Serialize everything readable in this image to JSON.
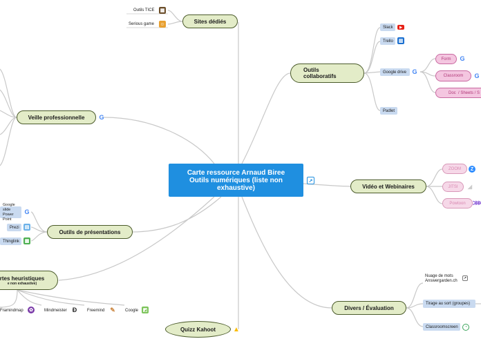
{
  "central": {
    "label": "Carte ressource Arnaud Biree Outils numériques (liste non exhaustive)"
  },
  "branches": {
    "sites": {
      "label": "Sites dédiés",
      "children": [
        "Outils TICE",
        "Serious game"
      ]
    },
    "veille": {
      "label": "Veille professionnelle"
    },
    "presentations": {
      "label": "Outils de présentations",
      "children": [
        "Google slide Power Point",
        "Prezi",
        "Thinglink"
      ]
    },
    "heuristiques": {
      "label": "rtes heuristiques",
      "note": "e non exhaustive)",
      "children": [
        "Framindmap",
        "Mindmeister",
        "Freemind",
        "Coogle"
      ]
    },
    "kahoot": {
      "label": "Quizz Kahoot"
    },
    "collab": {
      "label": "Outils collaboratifs",
      "children": [
        "Slack",
        "Trello",
        "Google drive",
        "Padlet"
      ],
      "drive_children": [
        "Form",
        "Classroom",
        "Doc  / Sheets / S"
      ]
    },
    "video": {
      "label": "Vidéo et Webinaires",
      "children": [
        "ZOOM",
        "JITSI",
        "Powtoon"
      ]
    },
    "divers": {
      "label": "Divers / Évaluation",
      "children": [
        "Nuage de mots Answergarden.ch",
        "Tirage au sort (groupes)",
        "Classroomscreen"
      ]
    }
  },
  "colors": {
    "central": "#1f8fe0",
    "main_fill": "#e3ecc8",
    "sub_fill": "#c9daf0",
    "pink_fill": "#f4c6e0"
  }
}
